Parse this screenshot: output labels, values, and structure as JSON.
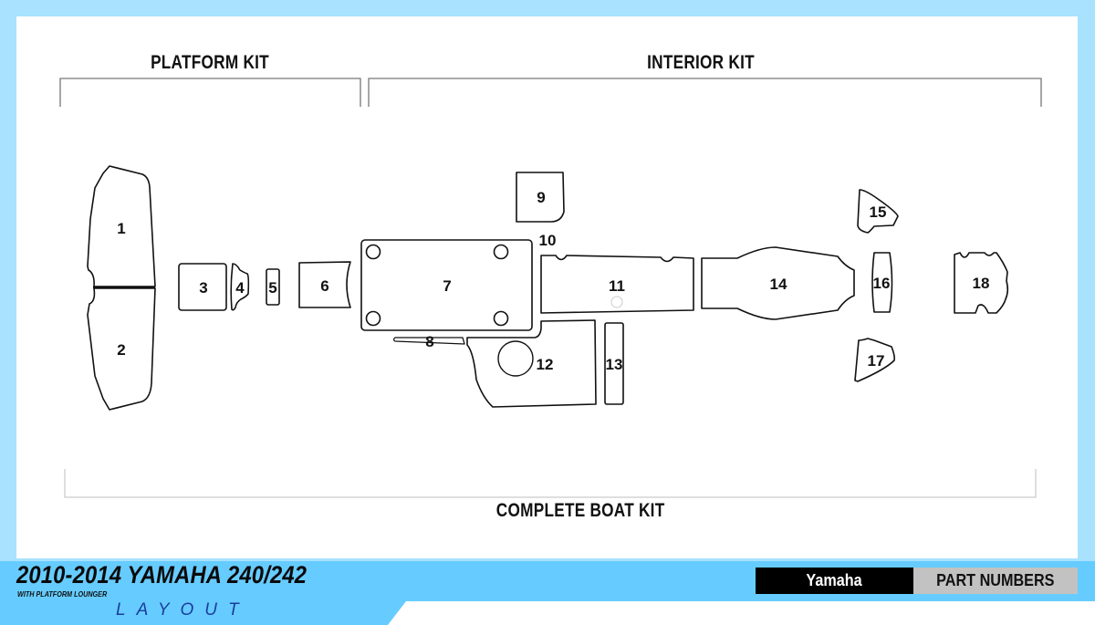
{
  "kits": {
    "platform": "PLATFORM KIT",
    "interior": "INTERIOR KIT",
    "complete": "COMPLETE BOAT KIT"
  },
  "parts": [
    {
      "id": "1",
      "label": "1"
    },
    {
      "id": "2",
      "label": "2"
    },
    {
      "id": "3",
      "label": "3"
    },
    {
      "id": "4",
      "label": "4"
    },
    {
      "id": "5",
      "label": "5"
    },
    {
      "id": "6",
      "label": "6"
    },
    {
      "id": "7",
      "label": "7"
    },
    {
      "id": "8",
      "label": "8"
    },
    {
      "id": "9",
      "label": "9"
    },
    {
      "id": "10",
      "label": "10"
    },
    {
      "id": "11",
      "label": "11"
    },
    {
      "id": "12",
      "label": "12"
    },
    {
      "id": "13",
      "label": "13"
    },
    {
      "id": "14",
      "label": "14"
    },
    {
      "id": "15",
      "label": "15"
    },
    {
      "id": "16",
      "label": "16"
    },
    {
      "id": "17",
      "label": "17"
    },
    {
      "id": "18",
      "label": "18"
    }
  ],
  "footer": {
    "title": "2010-2014 YAMAHA 240/242",
    "subtitle": "WITH PLATFORM LOUNGER",
    "layout_label": "LAYOUT",
    "brand": "Yamaha",
    "part_numbers_label": "PART NUMBERS"
  },
  "colors": {
    "background_light_blue": "#a8e2ff",
    "background_blue": "#66ccff",
    "layout_text": "#1a3d9e",
    "brand_bg": "#000000",
    "part_numbers_bg": "#c2c2c2"
  }
}
